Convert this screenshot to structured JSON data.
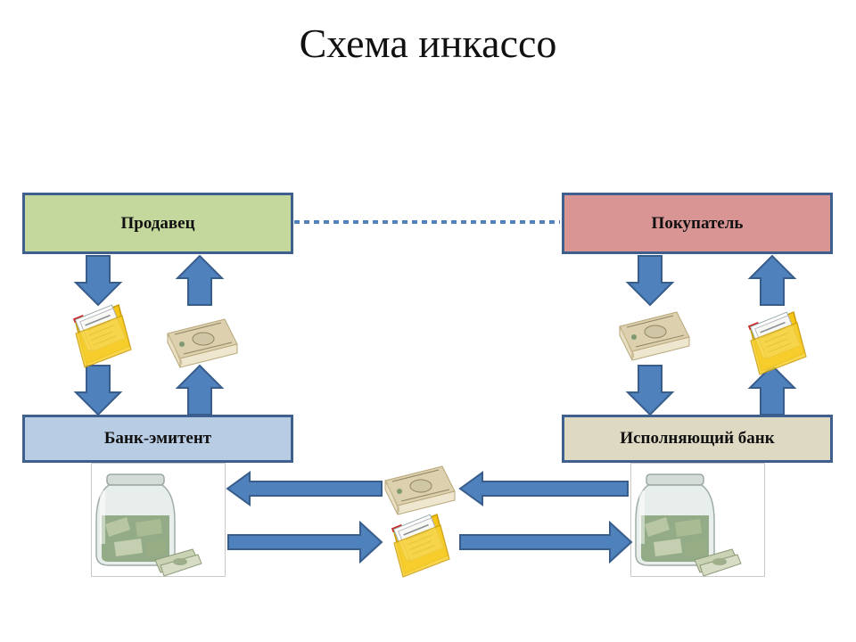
{
  "title": "Схема инкассо",
  "nodes": {
    "seller": "Продавец",
    "buyer": "Покупатель",
    "issuing_bank": "Банк-эмитент",
    "executing_bank": "Исполняющий банк"
  },
  "colors": {
    "seller_fill": "#c4d79c",
    "buyer_fill": "#d99594",
    "issuing_fill": "#b8cce4",
    "executing_fill": "#ddd9c3",
    "box_border": "#3f5f8f",
    "arrow_fill": "#4f81bd",
    "arrow_stroke": "#385d8a",
    "dotted_line": "#4f81bd"
  },
  "icons": [
    "documents-folder-icon",
    "money-stack-icon",
    "money-jar-icon"
  ]
}
